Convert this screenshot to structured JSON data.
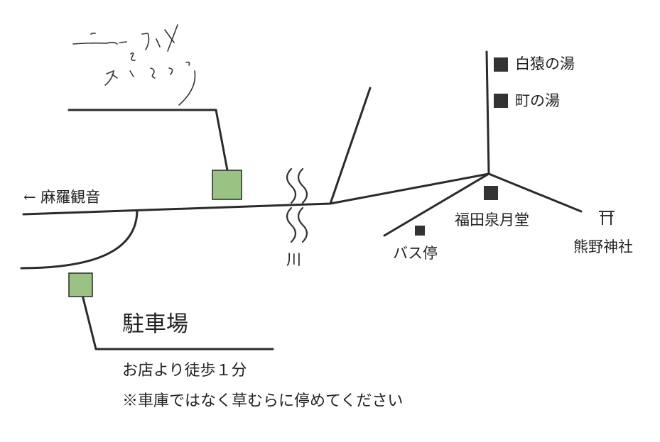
{
  "colors": {
    "road": "#2b2b2b",
    "shop_marker": "#99c283",
    "parking_marker": "#99c283",
    "landmark_marker": "#333333",
    "text": "#222222"
  },
  "labels": {
    "west_direction": "← 麻羅観音",
    "river": "川",
    "parking": "駐車場",
    "parking_note_walk": "お店より徒歩１分",
    "parking_note_rule": "※車庫ではなく草むらに停めてください",
    "hakuen_onsen": "白猿の湯",
    "machi_onsen": "町の湯",
    "fukuda_senkeido": "福田泉月堂",
    "bus_stop": "バス停",
    "kumano_shrine": "熊野神社"
  },
  "icons": {
    "shop_logo": "handwritten-logo",
    "shrine": "torii-icon",
    "river": "river-wave-icon",
    "arrow": "arrow-left-icon"
  }
}
